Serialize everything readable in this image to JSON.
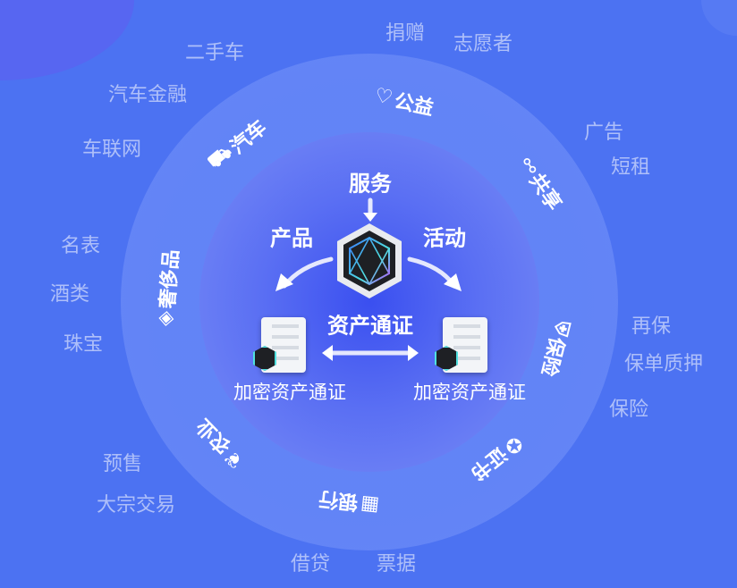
{
  "center": {
    "title": "资产通证",
    "service": "服务",
    "product": "产品",
    "activity": "活动",
    "left_token": "加密资产通证",
    "right_token": "加密资产通证"
  },
  "ring": [
    {
      "label": "汽车",
      "icon": "car-icon"
    },
    {
      "label": "公益",
      "icon": "heart-icon"
    },
    {
      "label": "共享",
      "icon": "share-icon"
    },
    {
      "label": "保险",
      "icon": "shield-icon"
    },
    {
      "label": "证书",
      "icon": "medal-icon"
    },
    {
      "label": "银行",
      "icon": "bank-icon"
    },
    {
      "label": "农业",
      "icon": "leaf-icon"
    },
    {
      "label": "奢侈品",
      "icon": "diamond-icon"
    }
  ],
  "outer": [
    "二手车",
    "捐赠",
    "志愿者",
    "汽车金融",
    "车联网",
    "广告",
    "短租",
    "名表",
    "酒类",
    "珠宝",
    "再保",
    "保单质押",
    "保险",
    "预售",
    "大宗交易",
    "借贷",
    "票据"
  ],
  "colors": {
    "background": "#4c72f2",
    "text": "#ffffff"
  }
}
